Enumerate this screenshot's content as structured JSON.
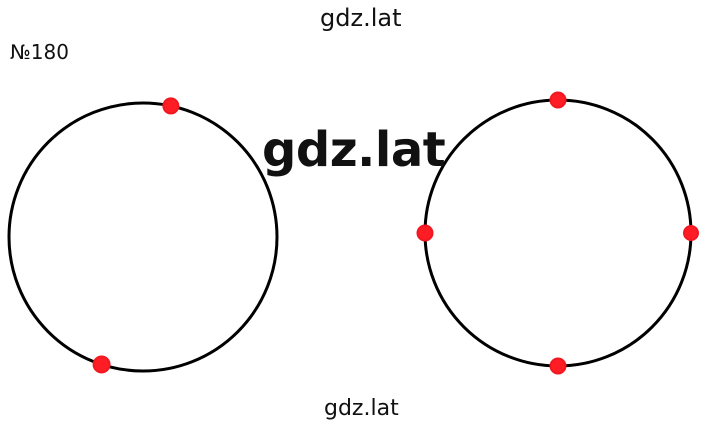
{
  "labels": {
    "watermark_top": "gdz.lat",
    "problem_number": "№180",
    "watermark_center": "gdz.lat",
    "watermark_bottom": "gdz.lat"
  },
  "diagram": {
    "colors": {
      "outline": "#000000",
      "point": "#ff1d25"
    },
    "circles": [
      {
        "name": "left-circle",
        "point_angles_deg": [
          78,
          252
        ]
      },
      {
        "name": "right-circle",
        "point_angles_deg": [
          90,
          0,
          180,
          270
        ]
      }
    ]
  }
}
